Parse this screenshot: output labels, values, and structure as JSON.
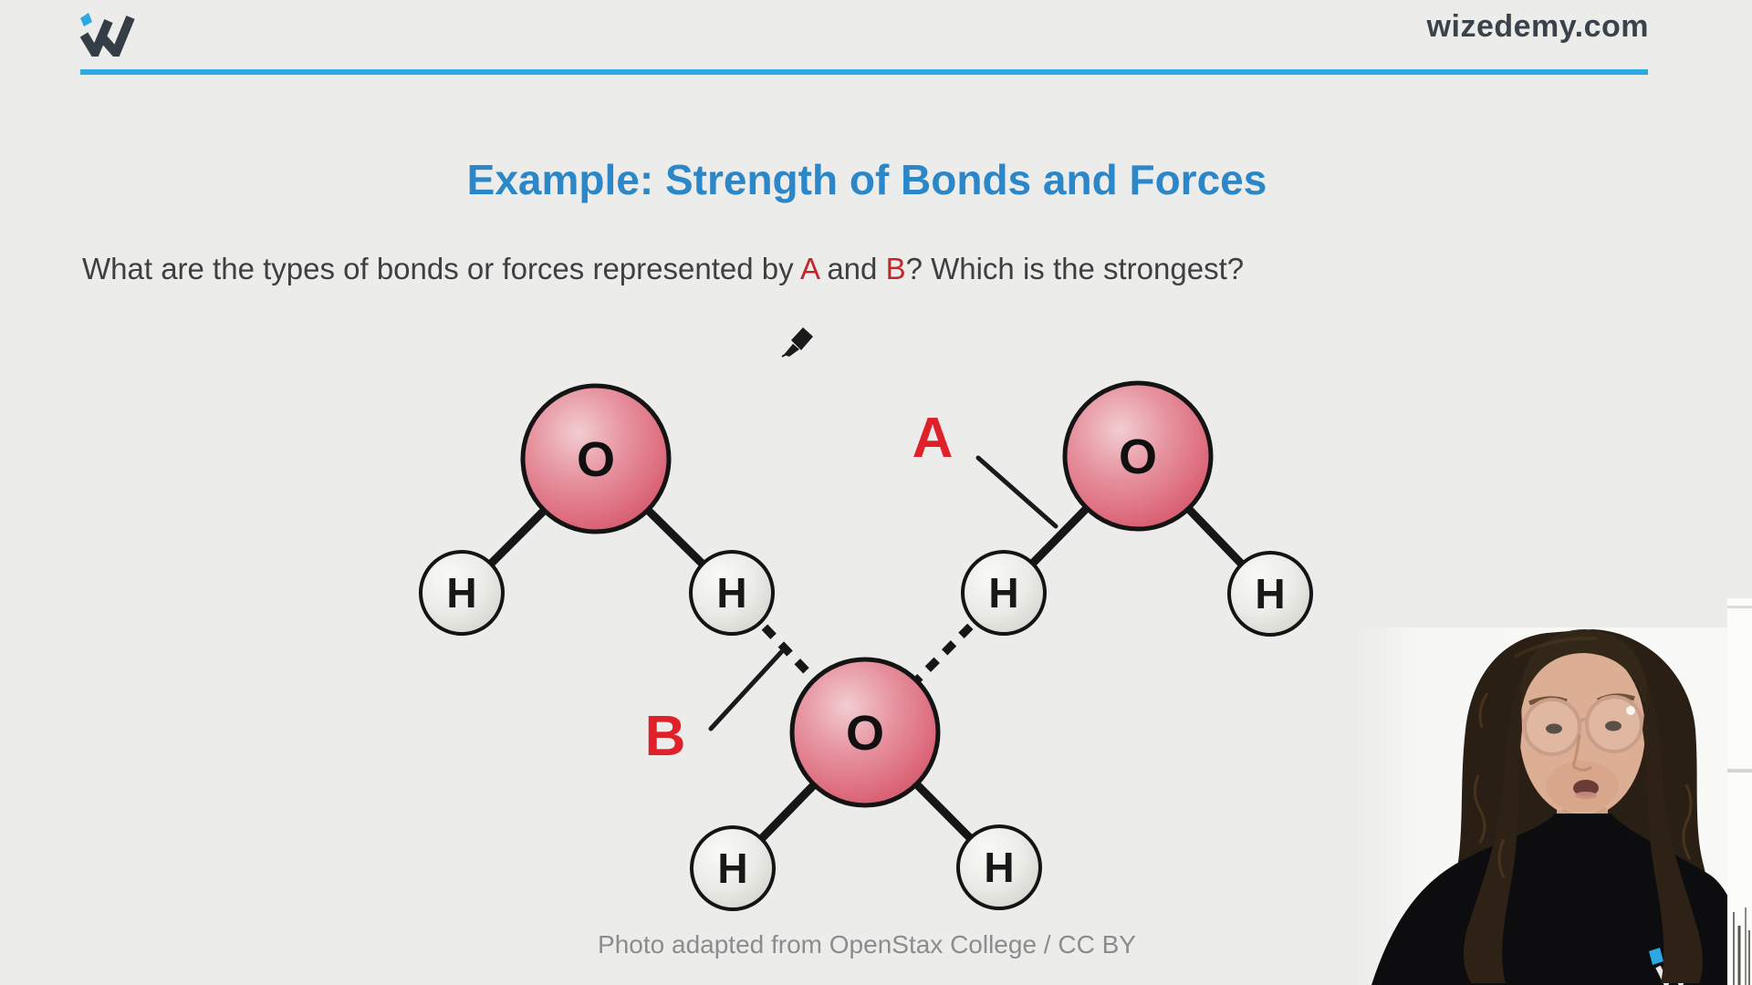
{
  "header": {
    "site": "wizedemy.com"
  },
  "slide": {
    "title": "Example: Strength of Bonds and Forces",
    "question": {
      "before_a": "What are the types of bonds or forces represented by ",
      "a": "A",
      "between": " and ",
      "b": "B",
      "after_b": "? Which is the strongest?"
    },
    "caption": "Photo adapted from OpenStax College / CC BY"
  },
  "diagram": {
    "kind": "water-molecules-hydrogen-bonding",
    "molecule_count": 3,
    "oxygen_label": "O",
    "hydrogen_label": "H",
    "annotation_a": "A",
    "annotation_b": "B",
    "bond_styles": {
      "covalent": "solid",
      "hydrogen_bond": "dashed"
    }
  },
  "colors": {
    "background": "#ececeb",
    "accent_blue": "#2da9e1",
    "title_blue": "#2b87c7",
    "question_red": "#c1272d",
    "annotation_red": "#e02129",
    "oxygen_sphere": "#e07e8e",
    "hydrogen_sphere": "#e9e9e4"
  }
}
